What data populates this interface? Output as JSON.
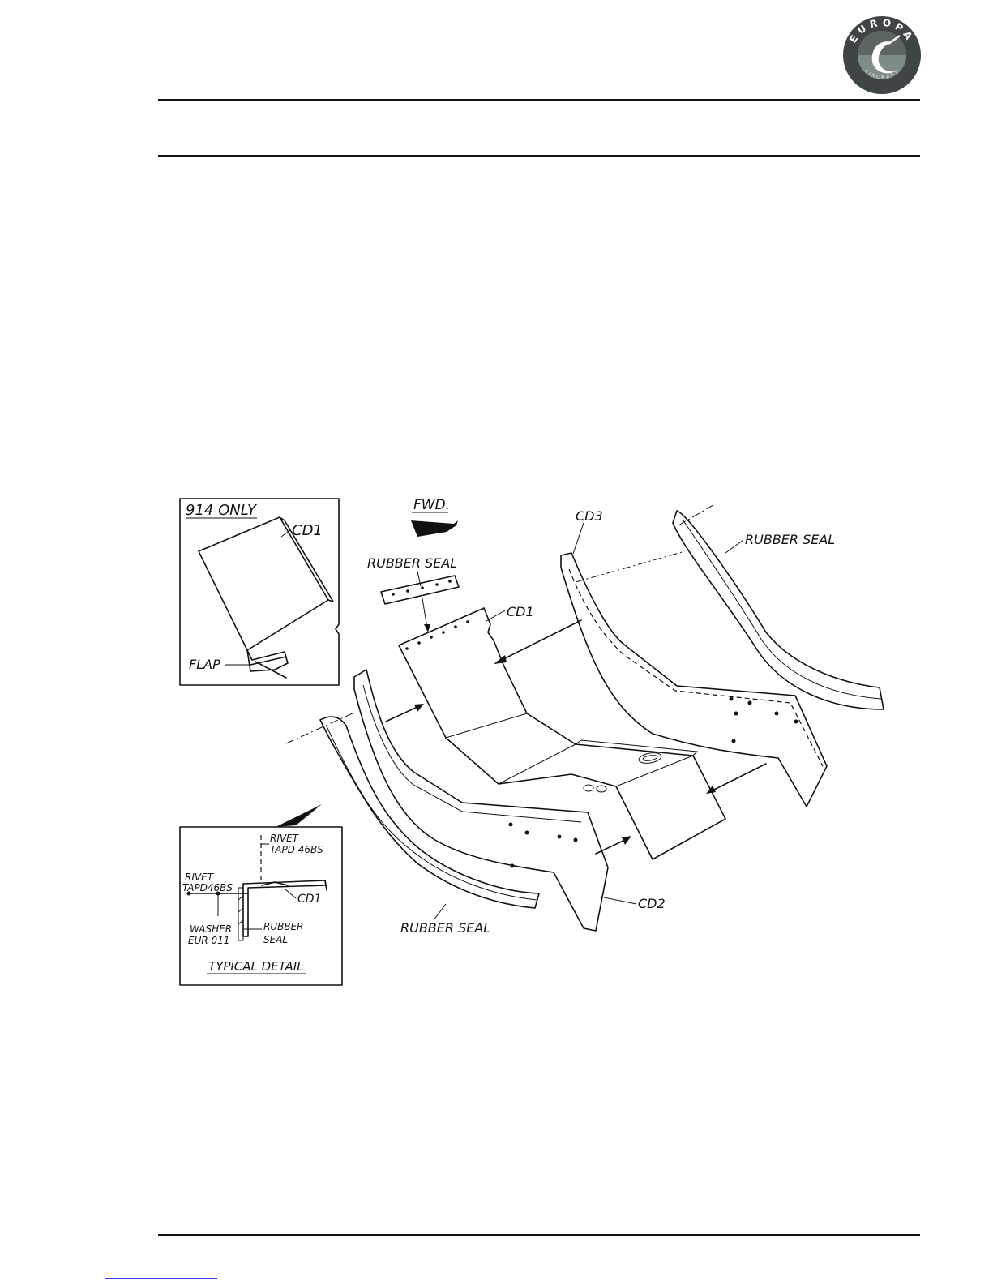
{
  "logo": {
    "brand": "EUROPA",
    "sub": "AIRCRAFT"
  },
  "figure": {
    "inset_top": {
      "title": "914 ONLY",
      "part": "CD1",
      "flap": "FLAP"
    },
    "inset_bottom": {
      "rivet_top": [
        "RIVET",
        "TAPD 46BS"
      ],
      "rivet_left": [
        "RIVET",
        "TAPD46BS"
      ],
      "part": "CD1",
      "washer": [
        "WASHER",
        "EUR 011"
      ],
      "seal": [
        "RUBBER",
        "SEAL"
      ],
      "title": "TYPICAL DETAIL"
    },
    "fwd": "FWD.",
    "labels": {
      "rubber_seal_top": "RUBBER SEAL",
      "cd1": "CD1",
      "cd3": "CD3",
      "rubber_seal_right": "RUBBER SEAL",
      "rubber_seal_bottom": "RUBBER SEAL",
      "cd2": "CD2"
    }
  }
}
